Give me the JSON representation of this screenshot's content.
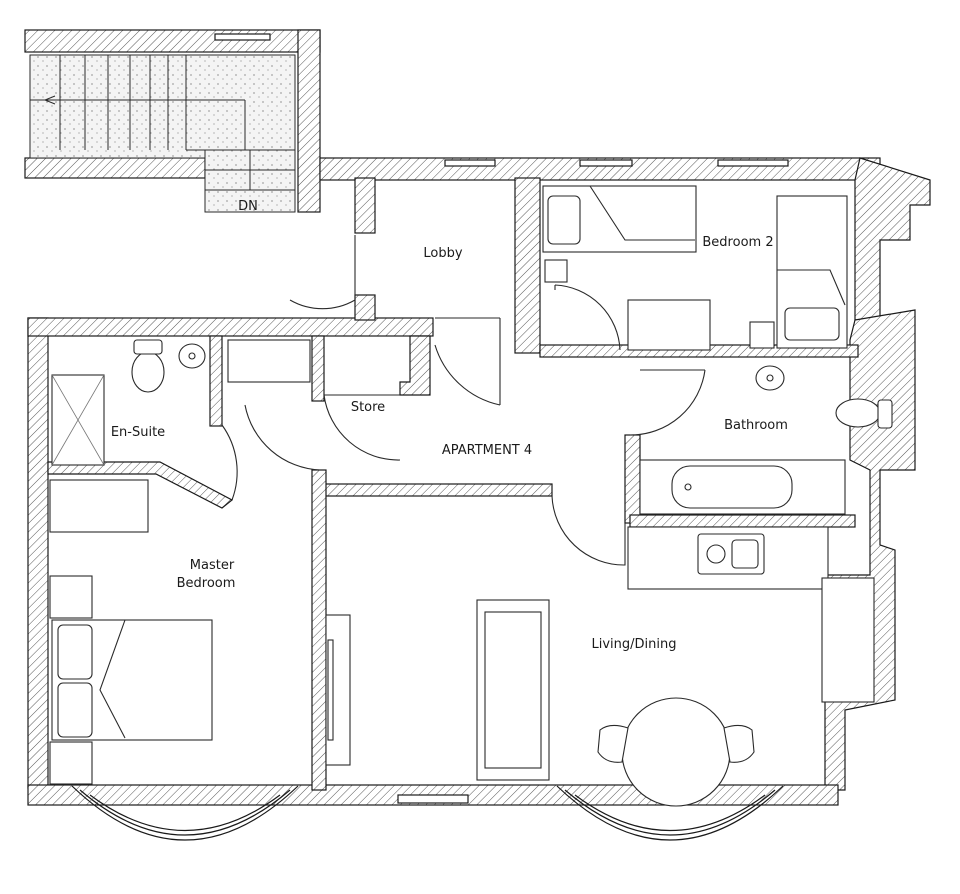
{
  "plan": {
    "apartment_label": "APARTMENT 4",
    "stair_label": "DN",
    "rooms": {
      "lobby": "Lobby",
      "bedroom2": "Bedroom 2",
      "ensuite": "En-Suite",
      "store": "Store",
      "bathroom": "Bathroom",
      "master_line1": "Master",
      "master_line2": "Bedroom",
      "living": "Living/Dining"
    }
  }
}
